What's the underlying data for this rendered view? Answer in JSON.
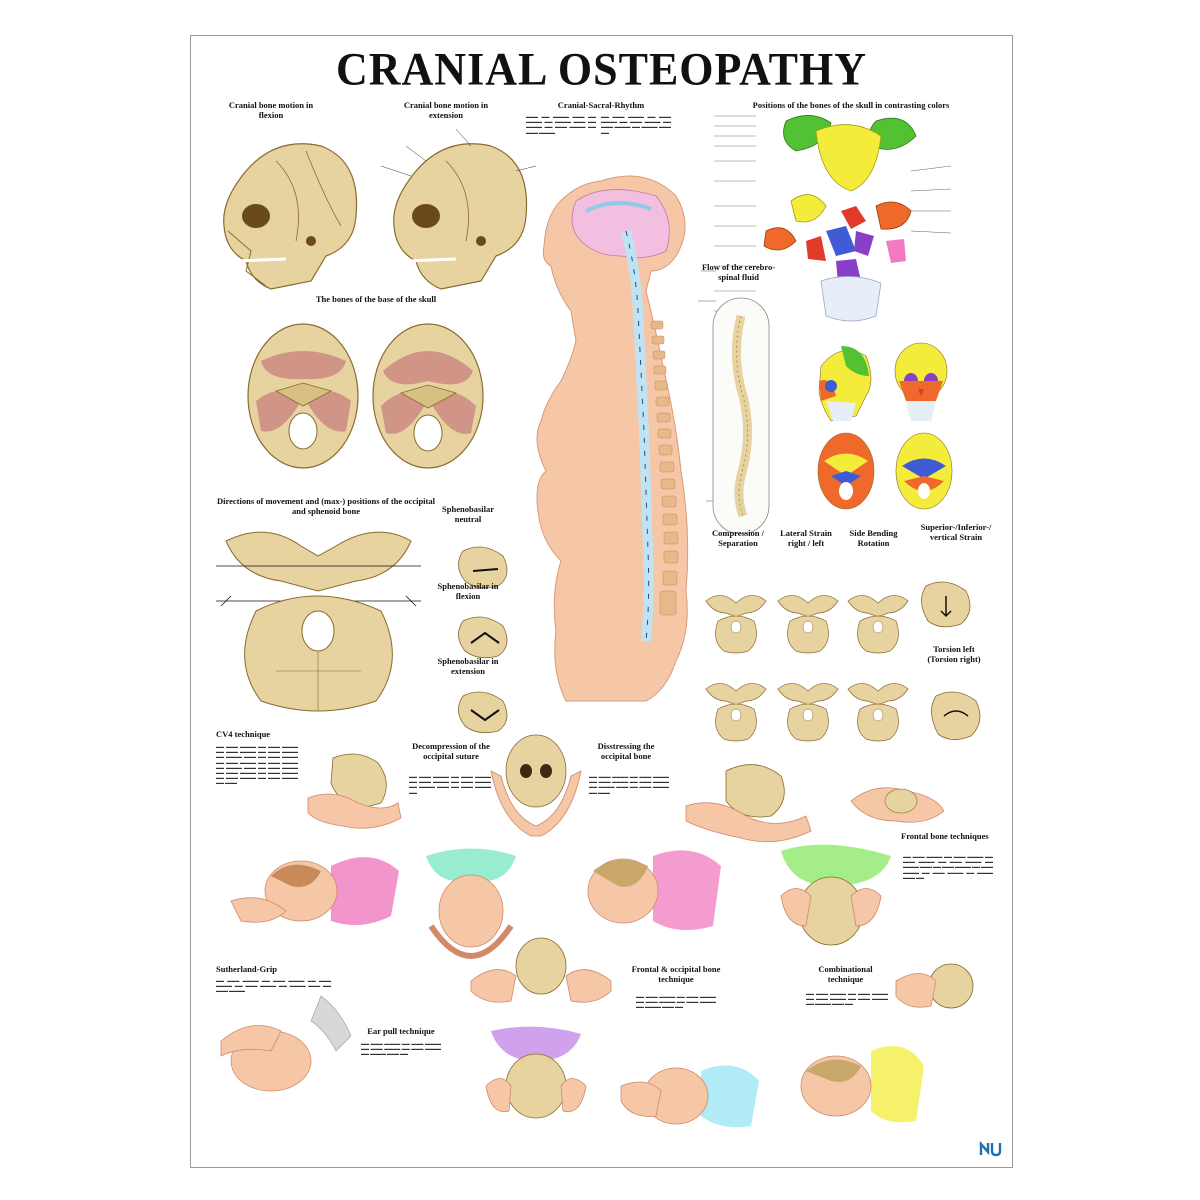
{
  "title": "CRANIAL OSTEOPATHY",
  "sections": {
    "flexion": "Cranial bone motion in flexion",
    "extension": "Cranial bone motion in extension",
    "rhythm": "Cranial-Sacral-Rhythm",
    "colors": "Positions of the bones of the skull in contrasting colors",
    "base": "The bones of the base of the skull",
    "flow": "Flow of the cerebro-spinal fluid",
    "directions": "Directions of movement and (max-) positions of the occipital and sphenoid bone",
    "sb_neutral": "Sphenobasilar neutral",
    "sb_flexion": "Sphenobasilar in flexion",
    "sb_extension": "Sphenobasilar in extension",
    "compression": "Compression / Separation",
    "lateral": "Lateral Strain right / left",
    "sidebending": "Side Bending Rotation",
    "vertical": "Superior-/Inferior-/ vertical Strain",
    "torsion": "Torsion left (Torsion right)",
    "cv4": "CV4 technique",
    "decompression": "Decompression of the occipital suture",
    "disstressing": "Disstressing the occipital bone",
    "frontal": "Frontal bone techniques",
    "sutherland": "Sutherland-Grip",
    "frontal_occipital": "Frontal & occipital bone technique",
    "combinational": "Combinational technique",
    "earpull": "Ear pull technique"
  },
  "footer": {
    "left": "",
    "right": ""
  },
  "colors": {
    "bone": "#e6d3a0",
    "bone_dark": "#a8884a",
    "skin": "#f6c7a6",
    "csf": "#bfe3f2",
    "brain": "#f3bfe0",
    "green": "#52c234",
    "yellow": "#f3ec3a",
    "orange": "#ef6a2a",
    "red": "#e23a2a",
    "purple": "#8a3fc8",
    "pink": "#f07bc0",
    "blue": "#3f5cd6",
    "logo": "#1f6fb5"
  }
}
